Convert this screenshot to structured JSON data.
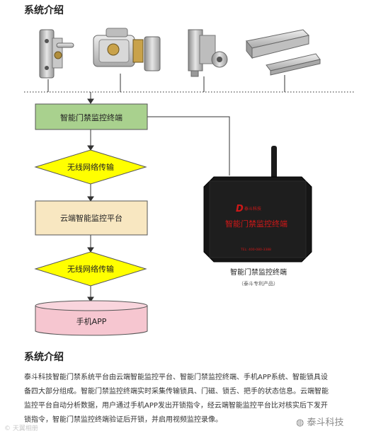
{
  "header": {
    "title": "系统介绍"
  },
  "locks": [
    {
      "icon": "handle-lock-icon"
    },
    {
      "icon": "rim-lock-icon"
    },
    {
      "icon": "cabinet-lock-icon"
    },
    {
      "icon": "magnetic-lock-icon"
    }
  ],
  "flow": {
    "steps": [
      {
        "label": "智能门禁监控终端",
        "shape": "rectangle",
        "color": "#a9d18e"
      },
      {
        "label": "无线网络传输",
        "shape": "diamond",
        "color": "#ffff00"
      },
      {
        "label": "云端智能监控平台",
        "shape": "rectangle",
        "color": "#f8e7c1"
      },
      {
        "label": "无线网络传输",
        "shape": "diamond",
        "color": "#ffff00"
      },
      {
        "label": "手机APP",
        "shape": "cylinder",
        "color": "#f6c6d0"
      }
    ]
  },
  "device": {
    "logo": "泰斗科技",
    "face_text": "智能门禁监控终端",
    "tel": "TEL: 400-080-3388",
    "caption": "智能门禁监控终端",
    "subcaption": "（泰斗专利产品）"
  },
  "description": {
    "title": "系统介绍",
    "text": "泰斗科技智能门禁系统平台由云端智能监控平台、智能门禁监控终端、手机APP系统、智能锁具设备四大部分组成。智能门禁监控终端实时采集传输锁具、门磁、锁舌、把手的状态信息。云端智能监控平台自动分析数据，用户通过手机APP发出开锁指令，经云端智能监控平台比对核实后下发开锁指令，智能门禁监控终端验证后开锁，并启用视频监控录像。"
  },
  "watermarks": {
    "left": "© 天翼相册",
    "right": "泰斗科技"
  }
}
